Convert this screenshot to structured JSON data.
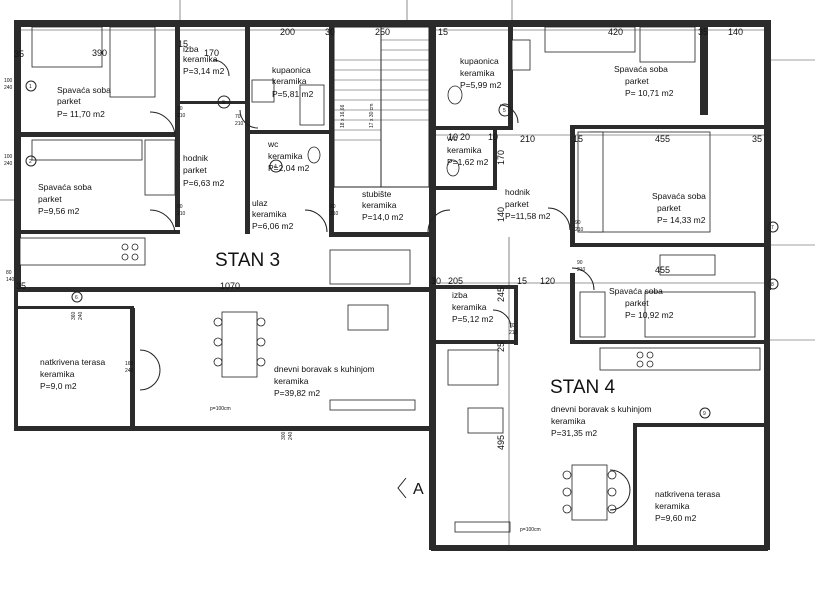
{
  "apartments": {
    "stan3": "STAN 3",
    "stan4": "STAN 4"
  },
  "section_marker": "A",
  "rooms": {
    "bed_nw": {
      "name": "Spavaća soba",
      "floor": "parket",
      "area": "P= 11,70 m2"
    },
    "izba3": {
      "name": "izba",
      "floor": "keramika",
      "area": "P=3,14 m2"
    },
    "bath3": {
      "name": "kupaonica",
      "floor": "keramika",
      "area": "P=5,81 m2"
    },
    "wc3": {
      "name": "wc",
      "floor": "keramika",
      "area": "P=2,04 m2"
    },
    "hall3": {
      "name": "hodnik",
      "floor": "parket",
      "area": "P=6,63 m2"
    },
    "bed_w": {
      "name": "Spavaća soba",
      "floor": "parket",
      "area": "P=9,56 m2"
    },
    "ulaz3": {
      "name": "ulaz",
      "floor": "keramika",
      "area": "P=6,06 m2"
    },
    "stairs": {
      "name": "stubište",
      "floor": "keramika",
      "area": "P=14,0 m2"
    },
    "bath4": {
      "name": "kupaonica",
      "floor": "keramika",
      "area": "P=5,99 m2"
    },
    "wc4": {
      "name": "wc",
      "floor": "keramika",
      "area": "P=1,62 m2"
    },
    "hall4": {
      "name": "hodnik",
      "floor": "parket",
      "area": "P=11,58 m2"
    },
    "bed_ne": {
      "name": "Spavaća soba",
      "floor": "parket",
      "area": "P= 10,71 m2"
    },
    "bed_e": {
      "name": "Spavaća soba",
      "floor": "parket",
      "area": "P= 14,33 m2"
    },
    "bed_se": {
      "name": "Spavaća soba",
      "floor": "parket",
      "area": "P= 10,92 m2"
    },
    "izba4": {
      "name": "izba",
      "floor": "keramika",
      "area": "P=5,12 m2"
    },
    "living3": {
      "name": "dnevni boravak s kuhinjom",
      "floor": "keramika",
      "area": "P=39,82 m2"
    },
    "living4": {
      "name": "dnevni boravak s kuhinjom",
      "floor": "keramika",
      "area": "P=31,35 m2"
    },
    "terrace3": {
      "name": "natkrivena terasa",
      "floor": "keramika",
      "area": "P=9,0 m2"
    },
    "terrace4": {
      "name": "natkrivena terasa",
      "floor": "keramika",
      "area": "P=9,60 m2"
    }
  },
  "dimensions": {
    "d35a": "35",
    "d390": "390",
    "d15a": "15",
    "d170": "170",
    "d200": "200",
    "d30a": "30",
    "d250": "250",
    "d15b": "15",
    "d420": "420",
    "d35b": "35",
    "d140": "140",
    "d210": "210",
    "d15c": "15",
    "d455a": "455",
    "d35c": "35",
    "d1070": "1070",
    "d35d": "35",
    "d30b": "30",
    "d205": "205",
    "d15d": "15",
    "d120": "120",
    "d455b": "455",
    "d245": "245",
    "d140v": "140",
    "d495": "495",
    "d10a": "10",
    "d20": "20",
    "d10b": "10",
    "d170v": "170",
    "d25": "25"
  },
  "stair_note_a": "18 x 16,66",
  "stair_note_b": "17 x 30 cm",
  "railing_a": "p=100cm",
  "railing_b": "p=100cm",
  "door_labels": {
    "a": "90",
    "a2": "210",
    "b": "70",
    "b2": "210",
    "c": "80",
    "c2": "210"
  },
  "window_labels": {
    "w1a": "100",
    "w1b": "240",
    "w2a": "100",
    "w2b": "240",
    "w3a": "80",
    "w3b": "140",
    "w4a": "160",
    "w4b": "240",
    "w5a": "360",
    "w5b": "240",
    "w6a": "300",
    "w6b": "240"
  },
  "markers": [
    "1",
    "2",
    "3",
    "4",
    "5",
    "6",
    "7",
    "8",
    "9"
  ]
}
